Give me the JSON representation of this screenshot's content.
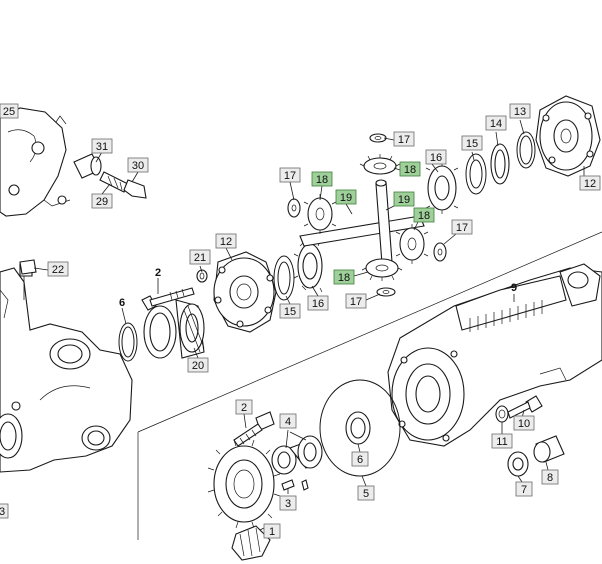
{
  "labels": [
    {
      "text": "25",
      "boxed": true,
      "highlight": false
    },
    {
      "text": "31",
      "boxed": true,
      "highlight": false
    },
    {
      "text": "30",
      "boxed": true,
      "highlight": false
    },
    {
      "text": "29",
      "boxed": true,
      "highlight": false
    },
    {
      "text": "22",
      "boxed": true,
      "highlight": false
    },
    {
      "text": "2",
      "boxed": false,
      "highlight": false
    },
    {
      "text": "21",
      "boxed": true,
      "highlight": false
    },
    {
      "text": "12",
      "boxed": true,
      "highlight": false
    },
    {
      "text": "6",
      "boxed": false,
      "highlight": false
    },
    {
      "text": "20",
      "boxed": true,
      "highlight": false
    },
    {
      "text": "15",
      "boxed": true,
      "highlight": false
    },
    {
      "text": "16",
      "boxed": true,
      "highlight": false
    },
    {
      "text": "17",
      "boxed": true,
      "highlight": false
    },
    {
      "text": "18",
      "boxed": true,
      "highlight": true
    },
    {
      "text": "19",
      "boxed": true,
      "highlight": true
    },
    {
      "text": "19",
      "boxed": true,
      "highlight": true
    },
    {
      "text": "18",
      "boxed": true,
      "highlight": true
    },
    {
      "text": "17",
      "boxed": true,
      "highlight": false
    },
    {
      "text": "18",
      "boxed": true,
      "highlight": true
    },
    {
      "text": "16",
      "boxed": true,
      "highlight": false
    },
    {
      "text": "17",
      "boxed": true,
      "highlight": false
    },
    {
      "text": "18",
      "boxed": true,
      "highlight": true
    },
    {
      "text": "17",
      "boxed": true,
      "highlight": false
    },
    {
      "text": "15",
      "boxed": true,
      "highlight": false
    },
    {
      "text": "14",
      "boxed": true,
      "highlight": false
    },
    {
      "text": "13",
      "boxed": true,
      "highlight": false
    },
    {
      "text": "12",
      "boxed": true,
      "highlight": false
    },
    {
      "text": "9",
      "boxed": false,
      "highlight": false
    },
    {
      "text": "2",
      "boxed": true,
      "highlight": false
    },
    {
      "text": "4",
      "boxed": true,
      "highlight": false
    },
    {
      "text": "3",
      "boxed": true,
      "highlight": false
    },
    {
      "text": "1",
      "boxed": true,
      "highlight": false
    },
    {
      "text": "6",
      "boxed": true,
      "highlight": false
    },
    {
      "text": "5",
      "boxed": true,
      "highlight": false
    },
    {
      "text": "10",
      "boxed": true,
      "highlight": false
    },
    {
      "text": "11",
      "boxed": true,
      "highlight": false
    },
    {
      "text": "7",
      "boxed": true,
      "highlight": false
    },
    {
      "text": "8",
      "boxed": true,
      "highlight": false
    },
    {
      "text": "3",
      "boxed": true,
      "highlight": false
    }
  ],
  "colors": {
    "callout_fill": "#ececec",
    "callout_highlight_fill": "#9fd09a",
    "line": "#1a1a1a"
  }
}
